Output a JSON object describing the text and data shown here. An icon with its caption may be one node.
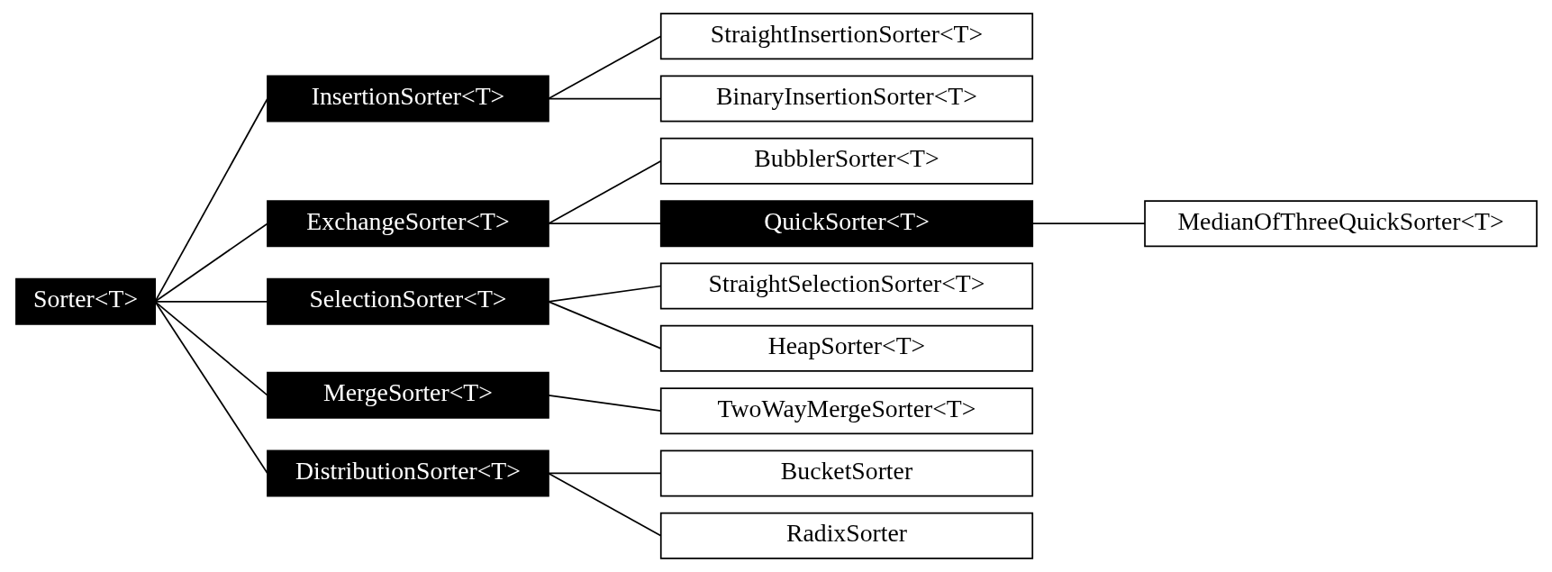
{
  "diagram": {
    "nodes": [
      {
        "text": [
          "Sorter<T>"
        ]
      },
      {
        "text": [
          "InsertionSorter<T>"
        ]
      },
      {
        "text": [
          "StraightInsertionSorter<T>"
        ]
      },
      {
        "text": [
          "BinaryInsertionSorter<T>"
        ]
      },
      {
        "text": [
          "ExchangeSorter<T>"
        ]
      },
      {
        "text": [
          "BubblerSorter<T>"
        ]
      },
      {
        "text": [
          "QuickSorter<T>"
        ]
      },
      {
        "text": [
          "MedianOfThreeQuickSorter<T>"
        ]
      },
      {
        "text": [
          "SelectionSorter<T>"
        ]
      },
      {
        "text": [
          "StraightSelectionSorter<T>"
        ]
      },
      {
        "text": [
          "HeapSorter<T>"
        ]
      },
      {
        "text": [
          "MergeSorter<T>"
        ]
      },
      {
        "text": [
          "TwoWayMergeSorter<T>"
        ]
      },
      {
        "text": [
          "DistributionSorter<T>"
        ]
      },
      {
        "text": [
          "BucketSorter"
        ]
      },
      {
        "text": [
          "RadixSorter"
        ]
      }
    ],
    "edges": [
      {
        "from": 0,
        "to": 1,
        "arrow": "none"
      },
      {
        "from": 0,
        "to": 4,
        "arrow": "none"
      },
      {
        "from": 0,
        "to": 8,
        "arrow": "none"
      },
      {
        "from": 0,
        "to": 11,
        "arrow": "none"
      },
      {
        "from": 0,
        "to": 13,
        "arrow": "none"
      },
      {
        "from": 1,
        "to": 2,
        "arrow": "none"
      },
      {
        "from": 1,
        "to": 3,
        "arrow": "none"
      },
      {
        "from": 4,
        "to": 5,
        "arrow": "none"
      },
      {
        "from": 4,
        "to": 6,
        "arrow": "none"
      },
      {
        "from": 6,
        "to": 7,
        "arrow": "none"
      },
      {
        "from": 8,
        "to": 9,
        "arrow": "none"
      },
      {
        "from": 8,
        "to": 10,
        "arrow": "none"
      },
      {
        "from": 11,
        "to": 12,
        "arrow": "none"
      },
      {
        "from": 13,
        "to": 14,
        "arrow": "none"
      },
      {
        "from": 13,
        "to": 15,
        "arrow": "none"
      }
    ]
  }
}
